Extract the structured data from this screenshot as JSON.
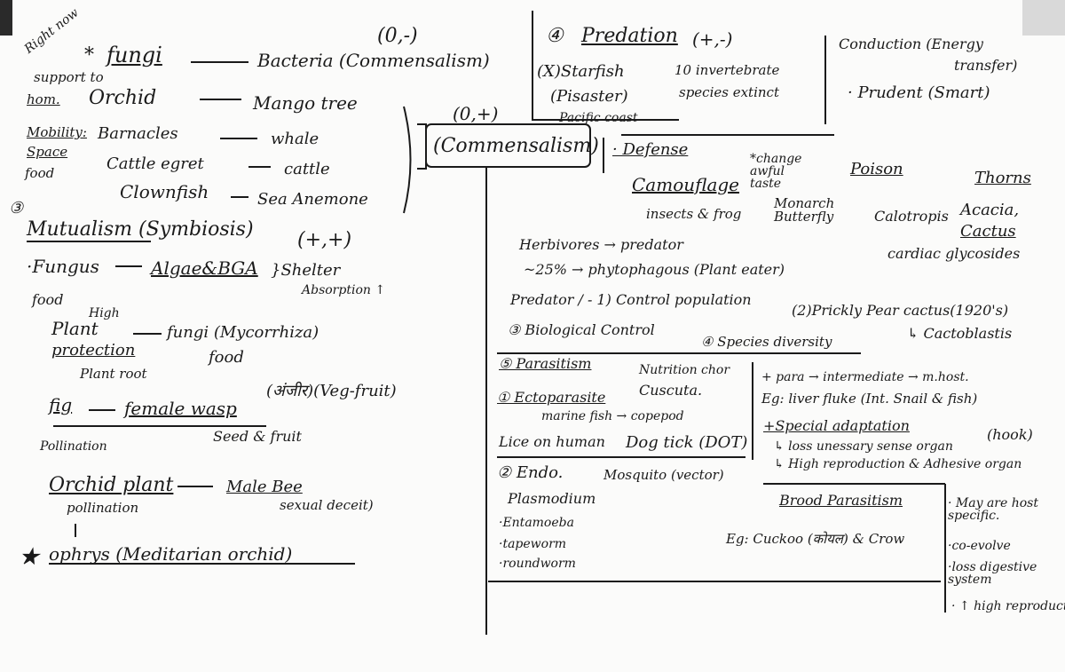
{
  "notes": {
    "corner": "Right now",
    "fungi": {
      "star": "*",
      "title": "fungi",
      "arrow": "→",
      "bacteria": "Bacteria (Commensalism)",
      "sign": "(0,-)",
      "support": "support to",
      "host": "hom.",
      "orchid": "Orchid",
      "mango": "Mango tree",
      "sign2": "(0,+)",
      "mobility": "Mobility:",
      "barnacles": "Barnacles",
      "whale": "whale",
      "space": "Space",
      "food": "food",
      "cattle_egret": "Cattle egret",
      "cattle": "cattle",
      "clownfish": "Clownfish",
      "anemone": "Sea Anemone",
      "commensalism": "(Commensalism)"
    },
    "mutualism": {
      "num": "③",
      "title": "Mutualism (Symbiosis)",
      "sign": "(+,+)",
      "fungus": "·Fungus",
      "algae": "Algae&BGA",
      "shelter": "}Shelter",
      "food": "food",
      "absorption": "Absorption ↑",
      "high": "High",
      "plant": "Plant",
      "fungi_myco": "fungi (Mycorrhiza)",
      "protection": "protection",
      "food2": "food",
      "plant_root": "Plant root",
      "fig": "fig",
      "female_wasp": "female wasp",
      "hindi": "(अंजीर)(Veg-fruit)",
      "pollination": "Pollination",
      "seed_fruit": "Seed & fruit",
      "orchid_plant": "Orchid plant",
      "male_bee": "Male Bee",
      "pollination2": "pollination",
      "sexual_deceit": "sexual deceit)",
      "ophrys": "ophrys (Meditarian orchid)"
    },
    "predation": {
      "num": "④",
      "title": "Predation",
      "sign": "(+,-)",
      "starfish": "(X)Starfish",
      "invert": "10 invertebrate",
      "pisaster": "(Pisaster)",
      "extinct": "species extinct",
      "coast": "Pacific coast",
      "conduction": "Conduction (Energy",
      "transfer": "transfer)",
      "prudent": "· Prudent (Smart)"
    },
    "defense": {
      "title": "· Defense",
      "change_taste": "*change awful taste",
      "poison": "Poison",
      "thorns": "Thorns",
      "camouflage": "Camouflage",
      "insects": "insects & frog",
      "monarch": "Monarch Butterfly",
      "calotropis": "Calotropis",
      "acacia": "Acacia,",
      "cactus": "Cactus",
      "cardiac": "cardiac glycosides",
      "herbivores": "Herbivores → predator",
      "phyto": "~25% → phytophagous (Plant eater)",
      "predator_role": "Predator / - 1) Control population",
      "prickly": "(2)Prickly Pear cactus(1920's)",
      "cactoblastis": "↳ Cactoblastis",
      "bio_control": "③ Biological Control",
      "species_div": "④ Species diversity"
    },
    "parasitism": {
      "title": "⑤ Parasitism",
      "nutrition": "Nutrition chor",
      "cuscuta": "Cuscuta.",
      "ecto": "① Ectoparasite",
      "marine": "marine fish → copepod",
      "lice": "Lice on human",
      "dog_tick": "Dog tick (DOT)",
      "para_inter": "+ para → intermediate → m.host.",
      "liver_fluke": "Eg: liver fluke (Int. Snail & fish)",
      "special": "+Special adaptation",
      "hook": "(hook)",
      "loss_sense": "↳ loss unessary sense organ",
      "high_repro": "↳ High reproduction & Adhesive organ",
      "endo": "② Endo.",
      "mosquito": "Mosquito (vector)",
      "plasmodium": "Plasmodium",
      "entamoeba": "·Entamoeba",
      "tapeworm": "·tapeworm",
      "roundworm": "·roundworm",
      "brood": "Brood Parasitism",
      "cuckoo": "Eg: Cuckoo (कोयल) & Crow",
      "may_host": "· May are host specific.",
      "coevolve": "·co-evolve",
      "loss_digest": "·loss digestive system",
      "high_repro2": "· ↑ high reproduction"
    }
  }
}
